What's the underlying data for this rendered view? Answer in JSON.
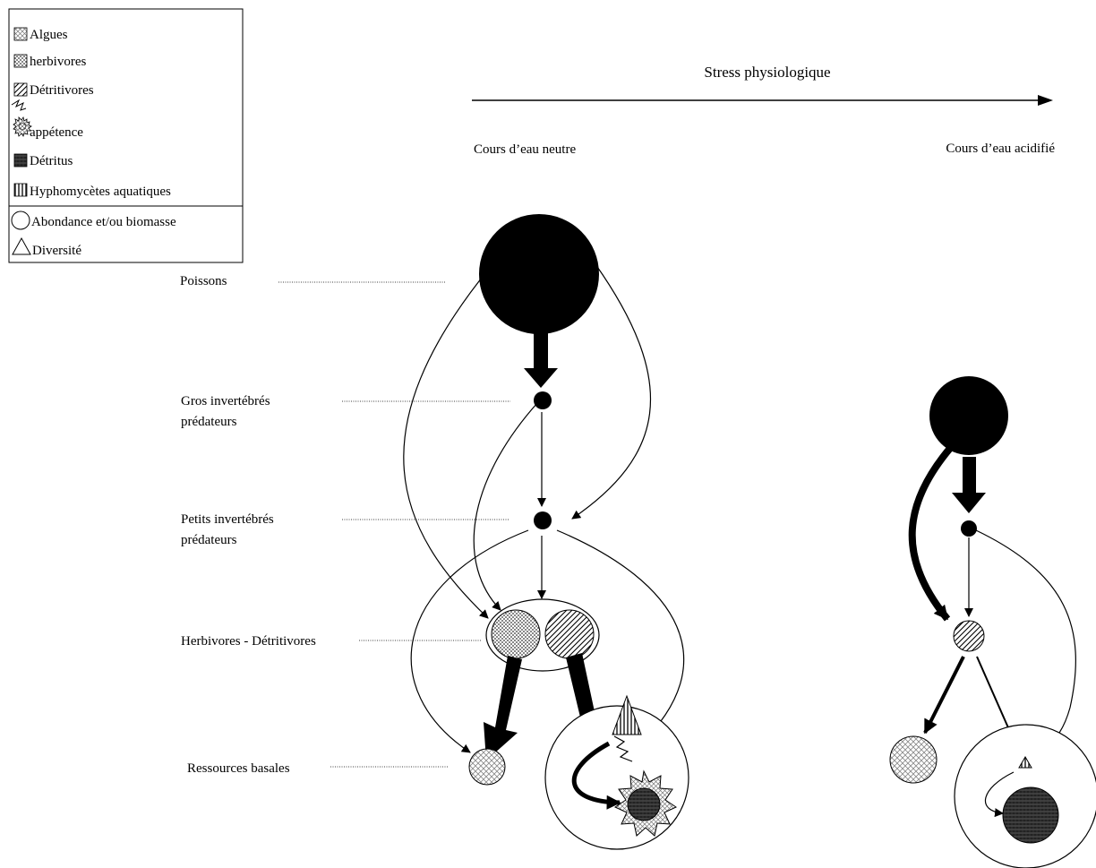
{
  "legend": {
    "items": [
      {
        "label": "Algues",
        "icon": "algae-pattern-icon"
      },
      {
        "label": "herbivores",
        "icon": "herbivore-pattern-icon"
      },
      {
        "label": "Détritivores",
        "icon": "detritivore-pattern-icon"
      },
      {
        "label": "appétence",
        "icon": "palatability-icon"
      },
      {
        "label": "Détritus",
        "icon": "detritus-pattern-icon"
      },
      {
        "label": "Hyphomycètes aquatiques",
        "icon": "hyphomycete-pattern-icon"
      }
    ],
    "shapes": [
      {
        "label": "Abondance et/ou biomasse",
        "icon": "circle-icon"
      },
      {
        "label": "Diversité",
        "icon": "triangle-icon"
      }
    ]
  },
  "gradient": {
    "title": "Stress physiologique",
    "left_label": "Cours d’eau neutre",
    "right_label": "Cours d’eau acidifié"
  },
  "levels": {
    "fish": "Poissons",
    "large_predators_line1": "Gros invertébrés",
    "large_predators_line2": "prédateurs",
    "small_predators_line1": "Petits invertébrés",
    "small_predators_line2": "prédateurs",
    "consumers": "Herbivores - Détritivores",
    "basal": "Ressources basales"
  },
  "colors": {
    "ink": "#000000",
    "paper": "#ffffff",
    "hatch_gray": "#555555"
  }
}
